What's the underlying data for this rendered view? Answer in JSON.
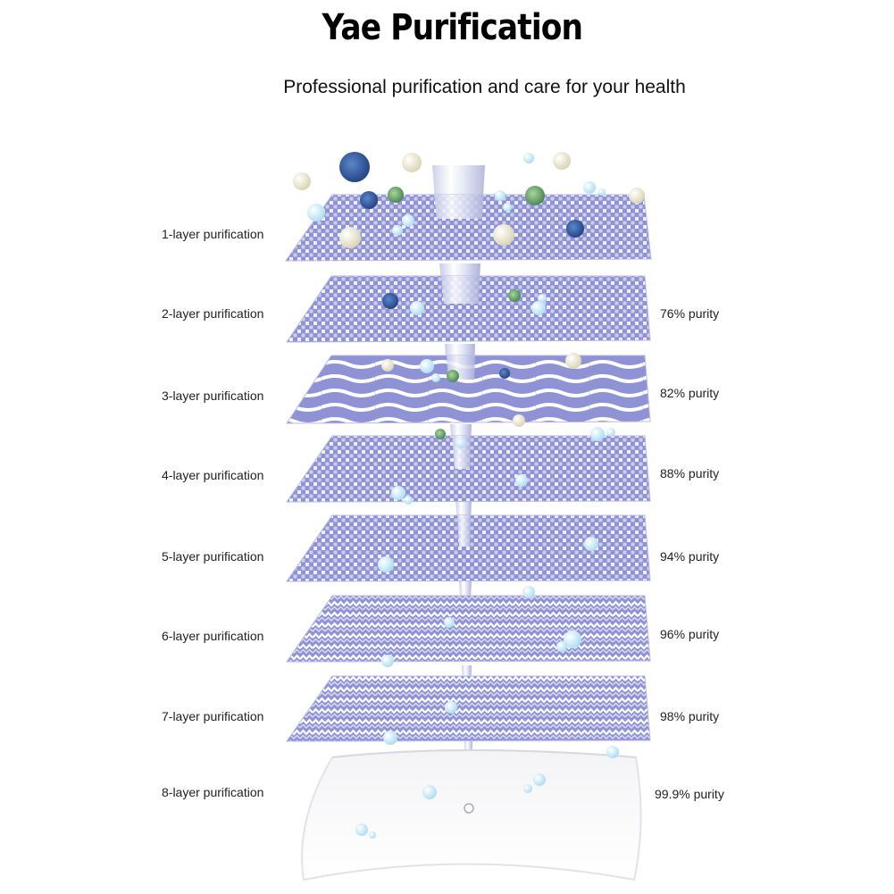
{
  "header": {
    "title": "Yae Purification",
    "subtitle": "Professional purification and care for your health"
  },
  "layers": [
    {
      "label": "1-layer purification",
      "purity": "",
      "pattern": "check"
    },
    {
      "label": "2-layer purification",
      "purity": "76% purity",
      "pattern": "check"
    },
    {
      "label": "3-layer purification",
      "purity": "82% purity",
      "pattern": "wave"
    },
    {
      "label": "4-layer purification",
      "purity": "88% purity",
      "pattern": "check"
    },
    {
      "label": "5-layer purification",
      "purity": "94% purity",
      "pattern": "check"
    },
    {
      "label": "6-layer purification",
      "purity": "96% purity",
      "pattern": "zigzag"
    },
    {
      "label": "7-layer purification",
      "purity": "98% purity",
      "pattern": "zigzag"
    },
    {
      "label": "8-layer purification",
      "purity": "99.9% purity",
      "pattern": "white-pad"
    }
  ],
  "colors": {
    "layer_fill": "#8f93d6",
    "layer_dark": "#7c80cc",
    "pattern_light": "#ffffff",
    "bubble": "#bfe4f6",
    "particle_blue": "#2b4f96",
    "particle_green": "#5a9a5e",
    "particle_cream": "#ece8cf"
  }
}
